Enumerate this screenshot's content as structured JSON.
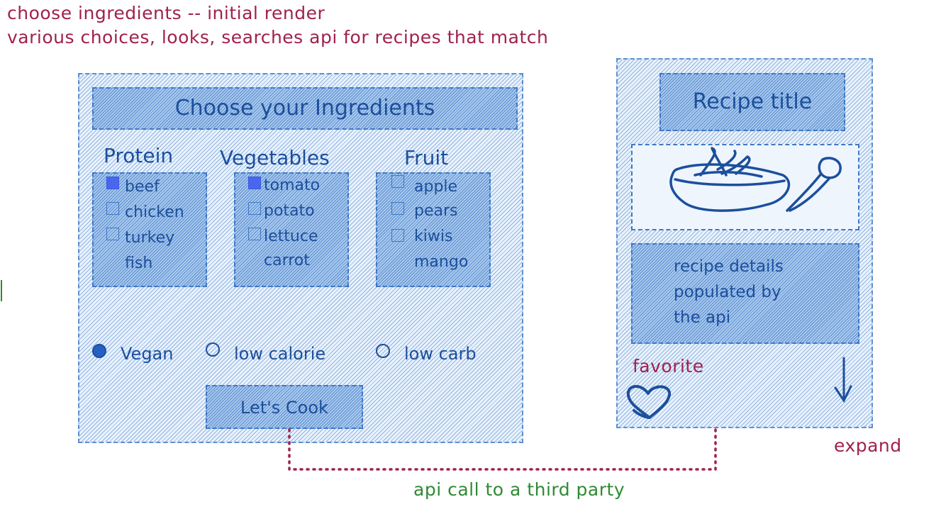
{
  "notes": {
    "line1": "choose ingredients -- initial render",
    "line2": "various choices, looks, searches api for recipes that match",
    "favorite": "favorite",
    "expand": "expand",
    "api_call": "api call to a third party"
  },
  "ingredients": {
    "title": "Choose your Ingredients",
    "protein": {
      "label": "Protein",
      "items": [
        {
          "label": "beef",
          "checked": true
        },
        {
          "label": "chicken",
          "checked": false
        },
        {
          "label": "turkey",
          "checked": false
        },
        {
          "label": "fish"
        }
      ]
    },
    "vegetables": {
      "label": "Vegetables",
      "items": [
        {
          "label": "tomato",
          "checked": true
        },
        {
          "label": "potato",
          "checked": false
        },
        {
          "label": "lettuce",
          "checked": false
        },
        {
          "label": "carrot"
        }
      ]
    },
    "fruit": {
      "label": "Fruit",
      "items": [
        {
          "label": "apple",
          "checked": false
        },
        {
          "label": "pears",
          "checked": false
        },
        {
          "label": "kiwis",
          "checked": false
        },
        {
          "label": "mango"
        }
      ]
    },
    "diet": [
      {
        "label": "Vegan",
        "selected": true
      },
      {
        "label": "low calorie",
        "selected": false
      },
      {
        "label": "low carb",
        "selected": false
      }
    ],
    "cook_button": "Let's Cook"
  },
  "recipe": {
    "title": "Recipe title",
    "image_icon": "bowl-and-spoon-icon",
    "details": "recipe details populated by the api",
    "details_lines": [
      "recipe details",
      "populated by",
      "the api"
    ],
    "favorite_icon": "heart-icon",
    "expand_icon": "arrow-down-icon"
  },
  "colors": {
    "annotation": "#a0214f",
    "connector": "#a0214f",
    "api_note": "#2f8a34",
    "sketch_blue": "#1c4f9c",
    "checked_fill": "#4a66ee"
  }
}
